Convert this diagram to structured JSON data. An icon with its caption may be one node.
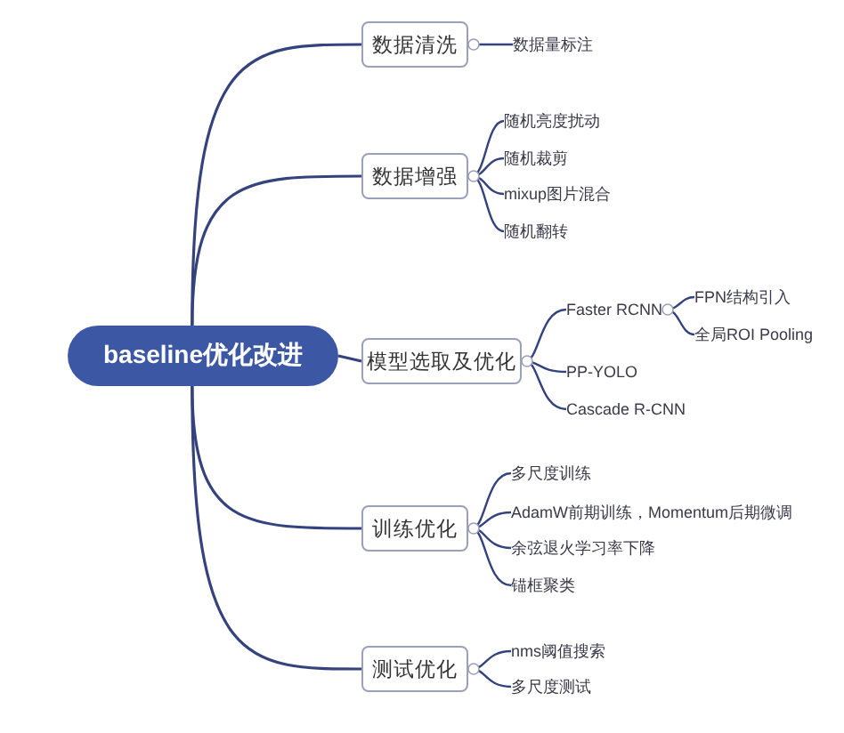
{
  "diagram": {
    "nodes": [
      {
        "text": [
          "baseline优化改进"
        ]
      },
      {
        "text": [
          "数据清洗"
        ]
      },
      {
        "text": [
          "数据量标注"
        ]
      },
      {
        "text": [
          "数据增强"
        ]
      },
      {
        "text": [
          "随机亮度扰动"
        ]
      },
      {
        "text": [
          "随机裁剪"
        ]
      },
      {
        "text": [
          "mixup图片混合"
        ]
      },
      {
        "text": [
          "随机翻转"
        ]
      },
      {
        "text": [
          "模型选取及优化"
        ]
      },
      {
        "text": [
          "Faster RCNN"
        ]
      },
      {
        "text": [
          "FPN结构引入"
        ]
      },
      {
        "text": [
          "全局ROI Pooling"
        ]
      },
      {
        "text": [
          "PP-YOLO"
        ]
      },
      {
        "text": [
          "Cascade R-CNN"
        ]
      },
      {
        "text": [
          "训练优化"
        ]
      },
      {
        "text": [
          "多尺度训练"
        ]
      },
      {
        "text": [
          "AdamW前期训练，Momentum后期微调"
        ]
      },
      {
        "text": [
          "余弦退火学习率下降"
        ]
      },
      {
        "text": [
          "锚框聚类"
        ]
      },
      {
        "text": [
          "测试优化"
        ]
      },
      {
        "text": [
          "nms阈值搜索"
        ]
      },
      {
        "text": [
          "多尺度测试"
        ]
      }
    ],
    "edges": [
      {
        "from": 0,
        "to": 1,
        "arrow": "none"
      },
      {
        "from": 0,
        "to": 3,
        "arrow": "none"
      },
      {
        "from": 0,
        "to": 8,
        "arrow": "none"
      },
      {
        "from": 0,
        "to": 14,
        "arrow": "none"
      },
      {
        "from": 0,
        "to": 19,
        "arrow": "none"
      },
      {
        "from": 1,
        "to": 2,
        "arrow": "none"
      },
      {
        "from": 3,
        "to": 4,
        "arrow": "none"
      },
      {
        "from": 3,
        "to": 5,
        "arrow": "none"
      },
      {
        "from": 3,
        "to": 6,
        "arrow": "none"
      },
      {
        "from": 3,
        "to": 7,
        "arrow": "none"
      },
      {
        "from": 8,
        "to": 9,
        "arrow": "none"
      },
      {
        "from": 9,
        "to": 10,
        "arrow": "none"
      },
      {
        "from": 9,
        "to": 11,
        "arrow": "none"
      },
      {
        "from": 8,
        "to": 12,
        "arrow": "none"
      },
      {
        "from": 8,
        "to": 13,
        "arrow": "none"
      },
      {
        "from": 14,
        "to": 15,
        "arrow": "none"
      },
      {
        "from": 14,
        "to": 16,
        "arrow": "none"
      },
      {
        "from": 14,
        "to": 17,
        "arrow": "none"
      },
      {
        "from": 14,
        "to": 18,
        "arrow": "none"
      },
      {
        "from": 19,
        "to": 20,
        "arrow": "none"
      },
      {
        "from": 19,
        "to": 21,
        "arrow": "none"
      }
    ]
  }
}
